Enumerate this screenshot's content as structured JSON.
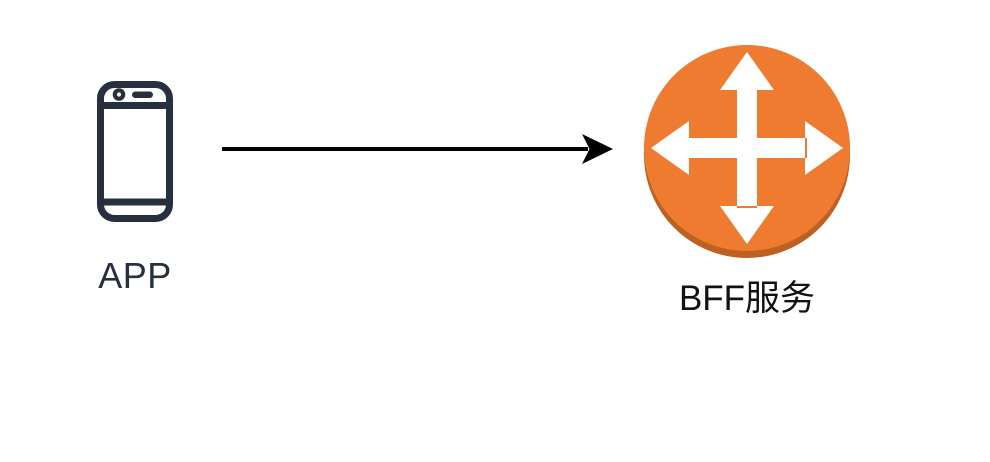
{
  "diagram": {
    "background_color": "#FFFFFF",
    "app_node": {
      "label": "APP",
      "icon": "smartphone",
      "icon_color": "#27303F",
      "label_color": "#27303F"
    },
    "bff_node": {
      "label": "BFF服务",
      "icon": "router-crossed-arrows",
      "body_color": "#EE7B30",
      "rim_color": "#BD6122",
      "glyph_color": "#FFFFFF",
      "label_color": "#121212"
    },
    "edge": {
      "from": "APP",
      "to": "BFF服务",
      "style": "solid",
      "arrowhead": "right",
      "color": "#000000"
    }
  }
}
